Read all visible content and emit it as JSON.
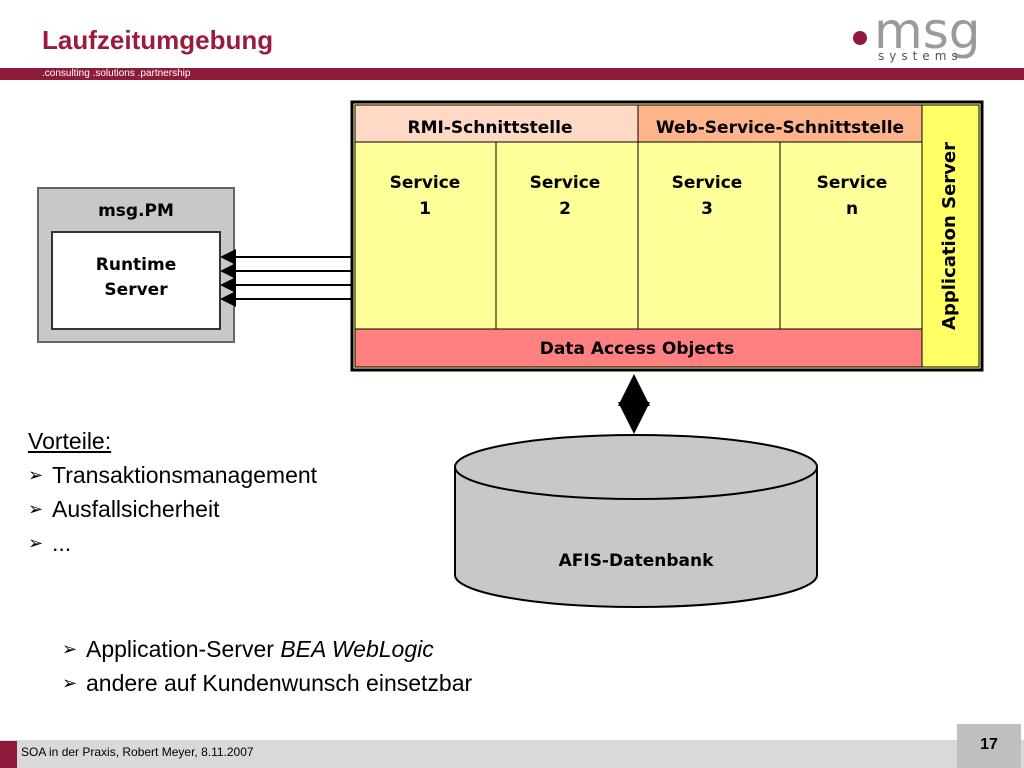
{
  "slide": {
    "title": "Laufzeitumgebung",
    "tagline": ".consulting .solutions .partnership",
    "logo_main": "msg",
    "logo_sub": "systems",
    "footer": "SOA in der Praxis, Robert Meyer, 8.11.2007",
    "page_number": "17"
  },
  "diagram": {
    "client_title": "msg.PM",
    "client_inner_line1": "Runtime",
    "client_inner_line2": "Server",
    "rmi_label": "RMI-Schnittstelle",
    "ws_label": "Web-Service-Schnittstelle",
    "services": [
      {
        "line1": "Service",
        "line2": "1"
      },
      {
        "line1": "Service",
        "line2": "2"
      },
      {
        "line1": "Service",
        "line2": "3"
      },
      {
        "line1": "Service",
        "line2": "n"
      }
    ],
    "dao_label": "Data Access Objects",
    "app_server_label": "Application Server",
    "database_label": "AFIS-Datenbank",
    "colors": {
      "rmi_fill": "#fdd9c6",
      "ws_fill": "#fdb48a",
      "service_fill": "#ffff99",
      "dao_fill": "#ff8080",
      "app_server_fill": "#ffff66",
      "client_outer_fill": "#c8c8c8",
      "database_fill": "#c8c8c8"
    }
  },
  "bullets": {
    "heading": "Vorteile:",
    "items": [
      "Transaktionsmanagement",
      "Ausfallsicherheit",
      "..."
    ]
  },
  "bullets2": {
    "item1_text": "Application-Server ",
    "item1_italic": "BEA WebLogic",
    "item2_text": "andere auf Kundenwunsch einsetzbar"
  }
}
